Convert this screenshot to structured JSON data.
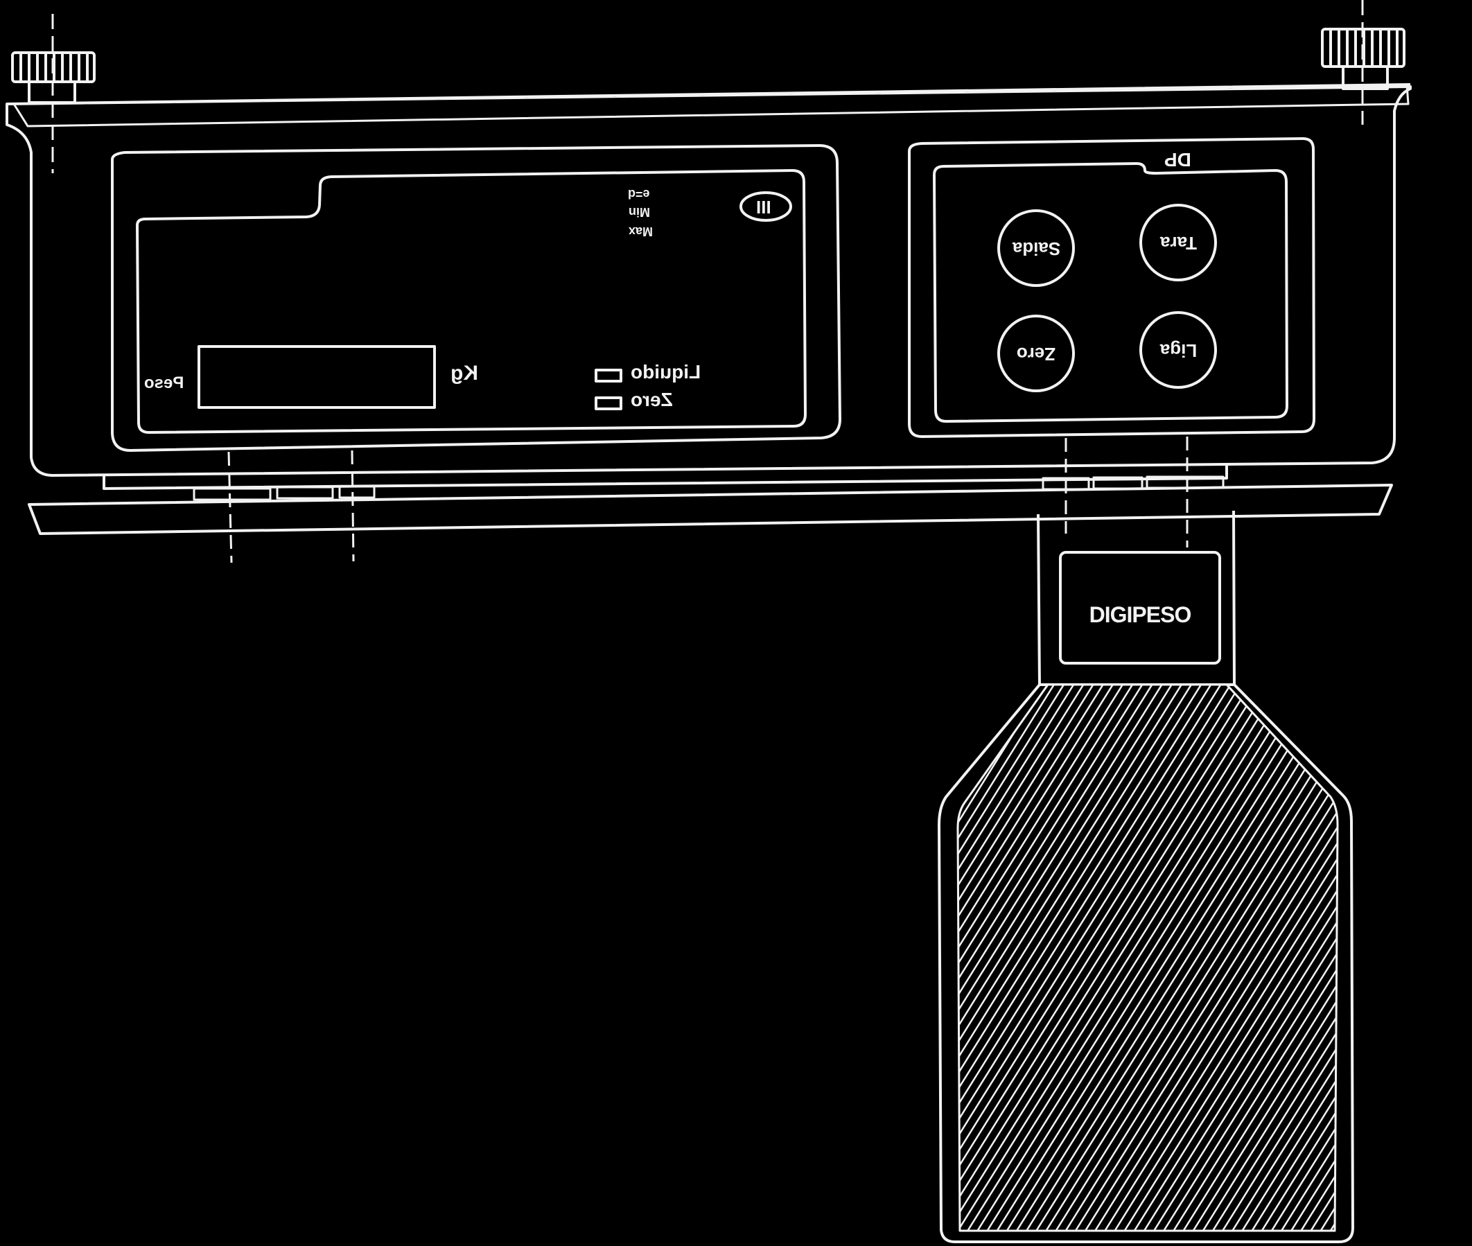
{
  "colors": {
    "background": "#000000",
    "line": "#f2f2f2"
  },
  "display": {
    "weight_label": "Peso",
    "unit_label": "Kg",
    "spec_labels": [
      "e=d",
      "Min",
      "Max"
    ],
    "class_mark": "III",
    "indicators": [
      {
        "label": "Liquido"
      },
      {
        "label": "Zero"
      }
    ]
  },
  "keypad": {
    "brand_tab": "DP",
    "buttons": [
      {
        "label": "Saida"
      },
      {
        "label": "Tara"
      },
      {
        "label": "Zero"
      },
      {
        "label": "Liga"
      }
    ]
  },
  "cable_tag": {
    "brand": "DIGIPESO"
  }
}
